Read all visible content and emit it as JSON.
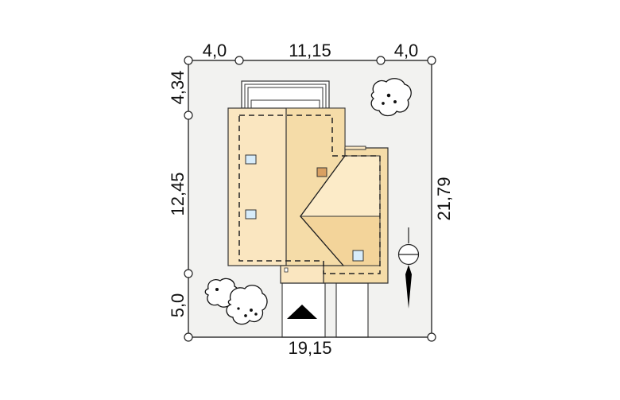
{
  "dimensions": {
    "top": [
      "4,0",
      "11,15",
      "4,0"
    ],
    "left": [
      "4,34",
      "12,45",
      "5,0"
    ],
    "right": "21,79",
    "bottom": "19,15"
  },
  "colors": {
    "plot": "#f2f2f0",
    "roof_light": "#fae6c0",
    "roof_mid": "#f5dca8",
    "roof_shadow": "#f3d49a",
    "roof_pale": "#fcebc8",
    "window": "#d7ecfa",
    "chimney": "#d9a062",
    "line": "#222222"
  },
  "icons": [
    "north-arrow-icon",
    "entrance-arrow-icon",
    "tree-icon"
  ]
}
